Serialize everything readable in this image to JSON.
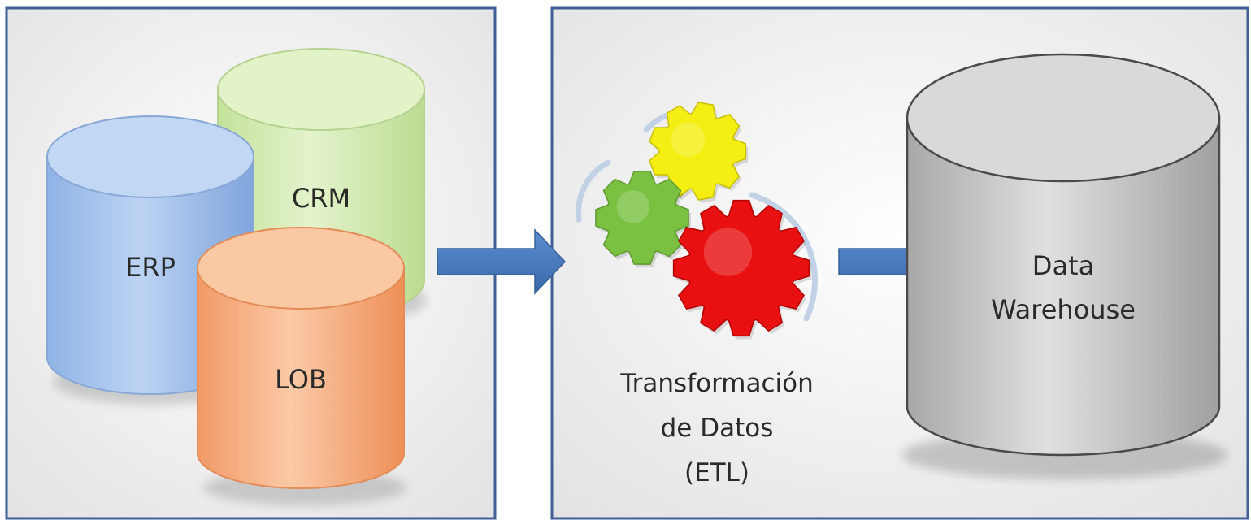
{
  "sources": {
    "erp": "ERP",
    "crm": "CRM",
    "lob": "LOB"
  },
  "etl": {
    "line1": "Transformación",
    "line2": "de Datos",
    "line3": "(ETL)"
  },
  "warehouse": {
    "line1": "Data",
    "line2": "Warehouse"
  },
  "colors": {
    "frame_border": "#3f5f97",
    "arrow": "#4a7bbd",
    "erp": "#a9c6ee",
    "crm": "#d7ecb4",
    "lob": "#f7b186",
    "warehouse": "#c9c9c9",
    "gear_yellow": "#f5ee12",
    "gear_green": "#7ac142",
    "gear_red": "#e81010"
  }
}
